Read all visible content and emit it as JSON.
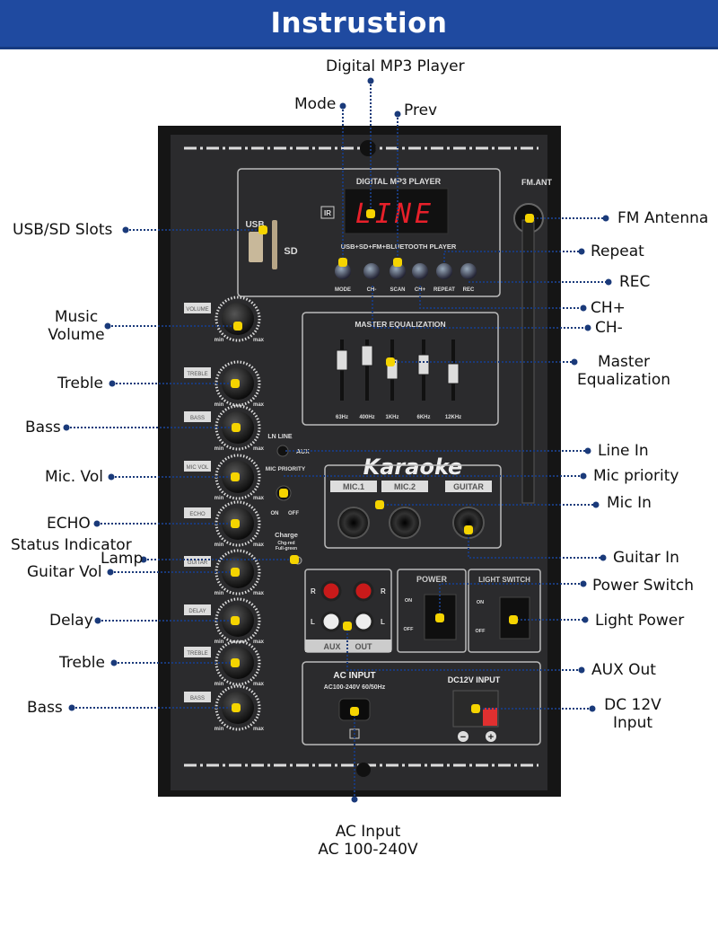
{
  "header": {
    "title": "Instrustion"
  },
  "colors": {
    "header_bg": "#1f4aa0",
    "leader_line": "#1a3a7a",
    "marker": "#f5d400",
    "panel": "#2b2b2d",
    "display_text": "#e8202a"
  },
  "labels": {
    "digital_mp3_player": "Digital MP3 Player",
    "mode": "Mode",
    "prev": "Prev",
    "usb_sd_slots": "USB/SD Slots",
    "music_volume_1": "Music",
    "music_volume_2": "Volume",
    "treble_1": "Treble",
    "bass_1": "Bass",
    "mic_vol": "Mic. Vol",
    "echo": "ECHO",
    "status_indicator_1": "Status Indicator",
    "status_indicator_2": "Lamp",
    "guitar_vol": "Guitar Vol",
    "delay": "Delay",
    "treble_2": "Treble",
    "bass_2": "Bass",
    "fm_antenna": "FM Antenna",
    "repeat": "Repeat",
    "rec": "REC",
    "ch_plus": "CH+",
    "ch_minus": "CH-",
    "master_eq_1": "Master",
    "master_eq_2": "Equalization",
    "line_in": "Line In",
    "mic_priority": "Mic priority",
    "mic_in": "Mic In",
    "guitar_in": "Guitar In",
    "power_switch": "Power Switch",
    "light_power": "Light Power",
    "aux_out": "AUX Out",
    "dc_input_1": "DC 12V",
    "dc_input_2": "Input",
    "ac_input_1": "AC Input",
    "ac_input_2": "AC 100-240V"
  },
  "panel": {
    "mp3_title": "DIGITAL MP3 PLAYER",
    "display": "LINE",
    "ir": "IR",
    "usb": "USB",
    "sd": "SD",
    "player_sub": "USB+SD+FM+BLUETOOTH PLAYER",
    "fm_ant": "FM.ANT",
    "buttons": [
      "MODE",
      "CH-",
      "SCAN",
      "CH+",
      "REPEAT",
      "REC"
    ],
    "eq_title": "MASTER EQUALIZATION",
    "eq_bands": [
      "63Hz",
      "400Hz",
      "1KHz",
      "6KHz",
      "12KHz"
    ],
    "knobs": [
      "VOLUME",
      "TREBLE",
      "BASS",
      "MIC VOL",
      "ECHO",
      "GUITAR",
      "DELAY",
      "TREBLE",
      "BASS"
    ],
    "knob_min": "min",
    "knob_max": "max",
    "line_in": "LN LINE",
    "aux": "AUX",
    "mic_priority": "MIC PRIORITY",
    "on": "ON",
    "off": "OFF",
    "charge": "Charge",
    "charge_sub1": "Chg-red",
    "charge_sub2": "Full-green",
    "karaoke": "Karaoke",
    "mic1": "MIC.1",
    "mic2": "MIC.2",
    "guitar": "GUITAR",
    "r": "R",
    "l": "L",
    "aux_out": "AUX",
    "out": "OUT",
    "power": "POWER",
    "light_switch": "LIGHT SWITCH",
    "ac_input": "AC INPUT",
    "ac_range": "AC100-240V  60/50Hz",
    "dc_input": "DC12V INPUT",
    "minus": "−",
    "plus": "+"
  }
}
